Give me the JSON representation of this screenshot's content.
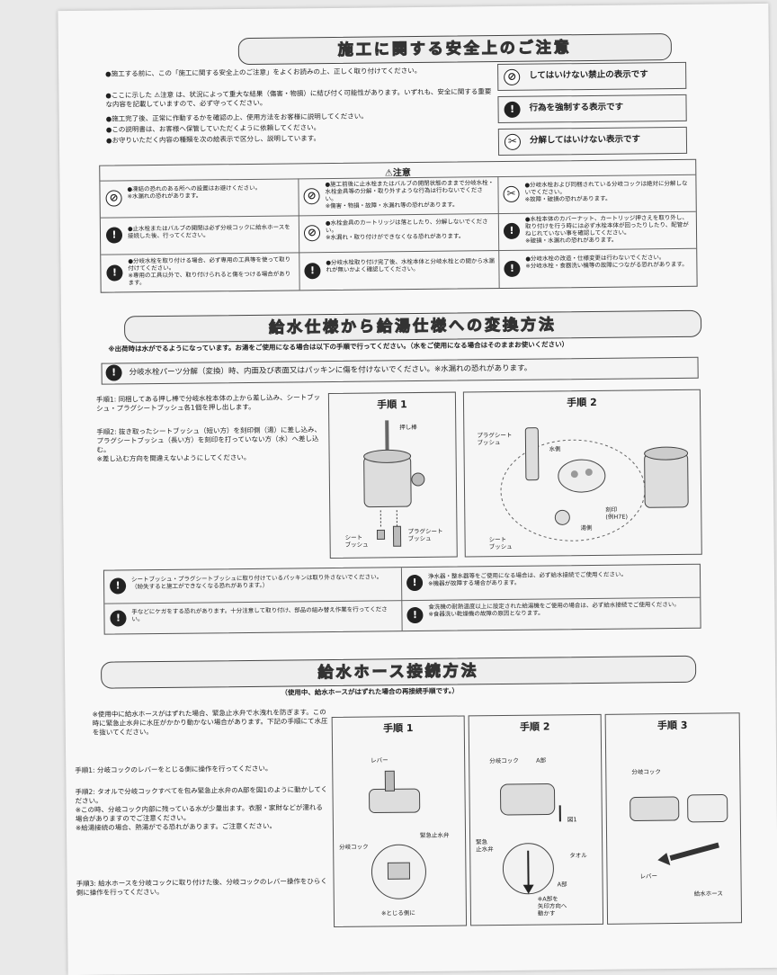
{
  "safety": {
    "title": "施工に関する安全上のご注意",
    "intro": [
      "●施工する前に、この「施工に関する安全上のご注意」をよくお読みの上、正しく取り付けてください。",
      "●ここに示した ⚠注意 は、状況によって重大な結果（傷害・物損）に結び付く可能性があります。いずれも、安全に関する重要な内容を記載していますので、必ず守ってください。",
      "●施工完了後、正常に作動するかを確認の上、使用方法をお客様に説明してください。",
      "●この説明書は、お客様へ保管していただくように依頼してください。",
      "●お守りいただく内容の種類を次の絵表示で区分し、説明しています。"
    ],
    "legend": [
      {
        "icon": "prohibit-icon",
        "text": "してはいけない禁止の表示です"
      },
      {
        "icon": "mandatory-icon",
        "text": "行為を強制する表示です"
      },
      {
        "icon": "no-disassemble-icon",
        "text": "分解してはいけない表示です"
      }
    ],
    "caution_title": "⚠注意",
    "caution_rows": [
      [
        "●凍結の恐れのある所への設置はお避けください。\n※水漏れの恐れがあります。",
        "●施工前後に止水栓またはバルブの開閉状態のままで分岐水栓・水栓金具等の分解・取り外すような行為は行わないでください。\n※傷害・物損・故障・水漏れ等の恐れがあります。",
        "●分岐水栓および同梱されている分岐コックは絶対に分解しないでください。\n※故障・破損の恐れがあります。"
      ],
      [
        "●止水栓またはバルブの開閉は必ず分岐コックに給水ホースを接続した後、行ってください。",
        "●水栓金具のカートリッジは落としたり、分解しないでください。\n※水漏れ・取り付けができなくなる恐れがあります。",
        "●水栓本体のカバーナット、カートリッジ押さえを取り外し、取り付けを行う時には必ず水栓本体が回ったりしたり、配管がねじれていない事を確認してください。\n※破損・水漏れの恐れがあります。"
      ],
      [
        "●分岐水栓を取り付ける場合、必ず専用の工具等を使って取り付けてください。\n※専用の工具以外で、取り付けられると傷をつける場合があります。",
        "●分岐水栓取り付け完了後、水栓本体と分岐水栓との間から水漏れが無いかよく確認してください。",
        "●分岐水栓の改造・仕様変更は行わないでください。\n※分岐水栓・食器洗い機等の故障につながる恐れがあります。"
      ]
    ]
  },
  "conversion": {
    "title": "給水仕様から給湯仕様への変換方法",
    "subtitle": "※出荷時は水がでるようになっています。お湯をご使用になる場合は以下の手順で行ってください。（水をご使用になる場合はそのままお使いください）",
    "warning": "分岐水栓パーツ分解（変換）時、内面及び表面又はパッキンに傷を付けないでください。※水漏れの恐れがあります。",
    "steps": [
      "手順1: 同梱してある押し棒で分岐水栓本体の上から差し込み、シートブッシュ・プラグシートブッシュ各1個を押し出します。",
      "手順2: 抜き取ったシートブッシュ（短い方）を刻印側（湯）に差し込み、プラグシートブッシュ（長い方）を刻印を打っていない方（水）へ差し込む。\n※差し込む方向を間違えないようにしてください。"
    ],
    "panel1": {
      "title": "手順 1",
      "labels": [
        "押し棒",
        "シート\nブッシュ",
        "プラグシート\nブッシュ"
      ]
    },
    "panel2": {
      "title": "手順 2",
      "labels": [
        "プラグシート\nブッシュ",
        "水側",
        "シート\nブッシュ",
        "湯側",
        "刻印\n(例H7E)"
      ]
    },
    "notes": [
      {
        "icon": "mandatory-icon",
        "text": "シートブッシュ・プラグシートブッシュに取り付けているパッキンは取り外さないでください。\n（紛失すると施工ができなくなる恐れがあります。）"
      },
      {
        "icon": "mandatory-icon",
        "text": "浄水器・整水器等をご使用になる場合は、必ず給水接続でご使用ください。\n※機器が故障する場合があります。"
      },
      {
        "icon": "mandatory-icon",
        "text": "手などにケガをする恐れがあります。十分注意して取り付け、部品の組み替え作業を行ってください。"
      },
      {
        "icon": "mandatory-icon",
        "text": "食洗機の耐熱温度以上に設定された給湯機をご使用の場合は、必ず給水接続でご使用ください。\n※食器洗い乾燥機の故障の原因となります。"
      }
    ]
  },
  "hose": {
    "title": "給水ホース接続方法",
    "subtitle": "（使用中、給水ホースがはずれた場合の再接続手順です。）",
    "intro": "※使用中に給水ホースがはずれた場合、緊急止水弁で水洩れを防ぎます。この時に緊急止水弁に水圧がかかり動かない場合があります。下記の手順にて水圧を抜いてください。",
    "steps": [
      "手順1: 分岐コックのレバーをとじる側に操作を行ってください。",
      "手順2: タオルで分岐コックすべてを包み緊急止水弁のA部を図1のように動かしてください。\n※この時、分岐コック内部に残っている水が少量出ます。衣服・家財などが濡れる場合がありますのでご注意ください。\n※給湯接続の場合、熱湯がでる恐れがあります。ご注意ください。",
      "手順3: 給水ホースを分岐コックに取り付けた後、分岐コックのレバー操作をひらく側に操作を行ってください。"
    ],
    "panel1": {
      "title": "手順 1",
      "labels": [
        "レバー",
        "分岐コック",
        "緊急止水弁",
        "※とじる側に"
      ]
    },
    "panel2": {
      "title": "手順 2",
      "labels": [
        "分岐コック",
        "A部",
        "図1",
        "緊急\n止水弁",
        "タオル",
        "A部",
        "※A部を\n矢印方向へ\n動かす"
      ]
    },
    "panel3": {
      "title": "手順 3",
      "labels": [
        "分岐コック",
        "レバー",
        "給水ホース"
      ]
    }
  }
}
